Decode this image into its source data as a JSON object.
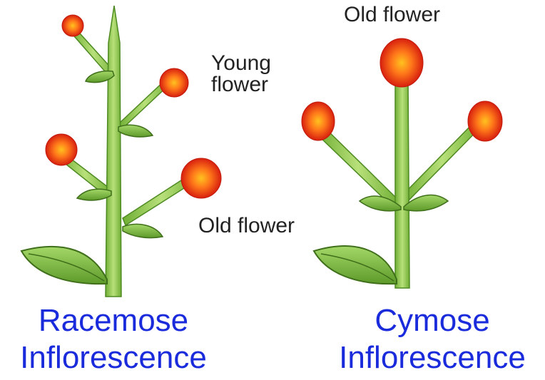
{
  "racemose": {
    "title_line1": "Racemose",
    "title_line2": "Inflorescence",
    "label_young": "Young",
    "label_young_2": "flower",
    "label_old": "Old flower"
  },
  "cymose": {
    "title_line1": "Cymose",
    "title_line2": "Inflorescence",
    "label_old": "Old flower"
  },
  "colors": {
    "title": "#1a2bdc",
    "stem": "#8ccc4a",
    "stem_edge": "#4e8a22",
    "leaf": "#7fc045",
    "leaf_edge": "#3f6f1a",
    "flower_outer": "#e02a18",
    "flower_inner": "#ffb020",
    "label": "#222222"
  }
}
